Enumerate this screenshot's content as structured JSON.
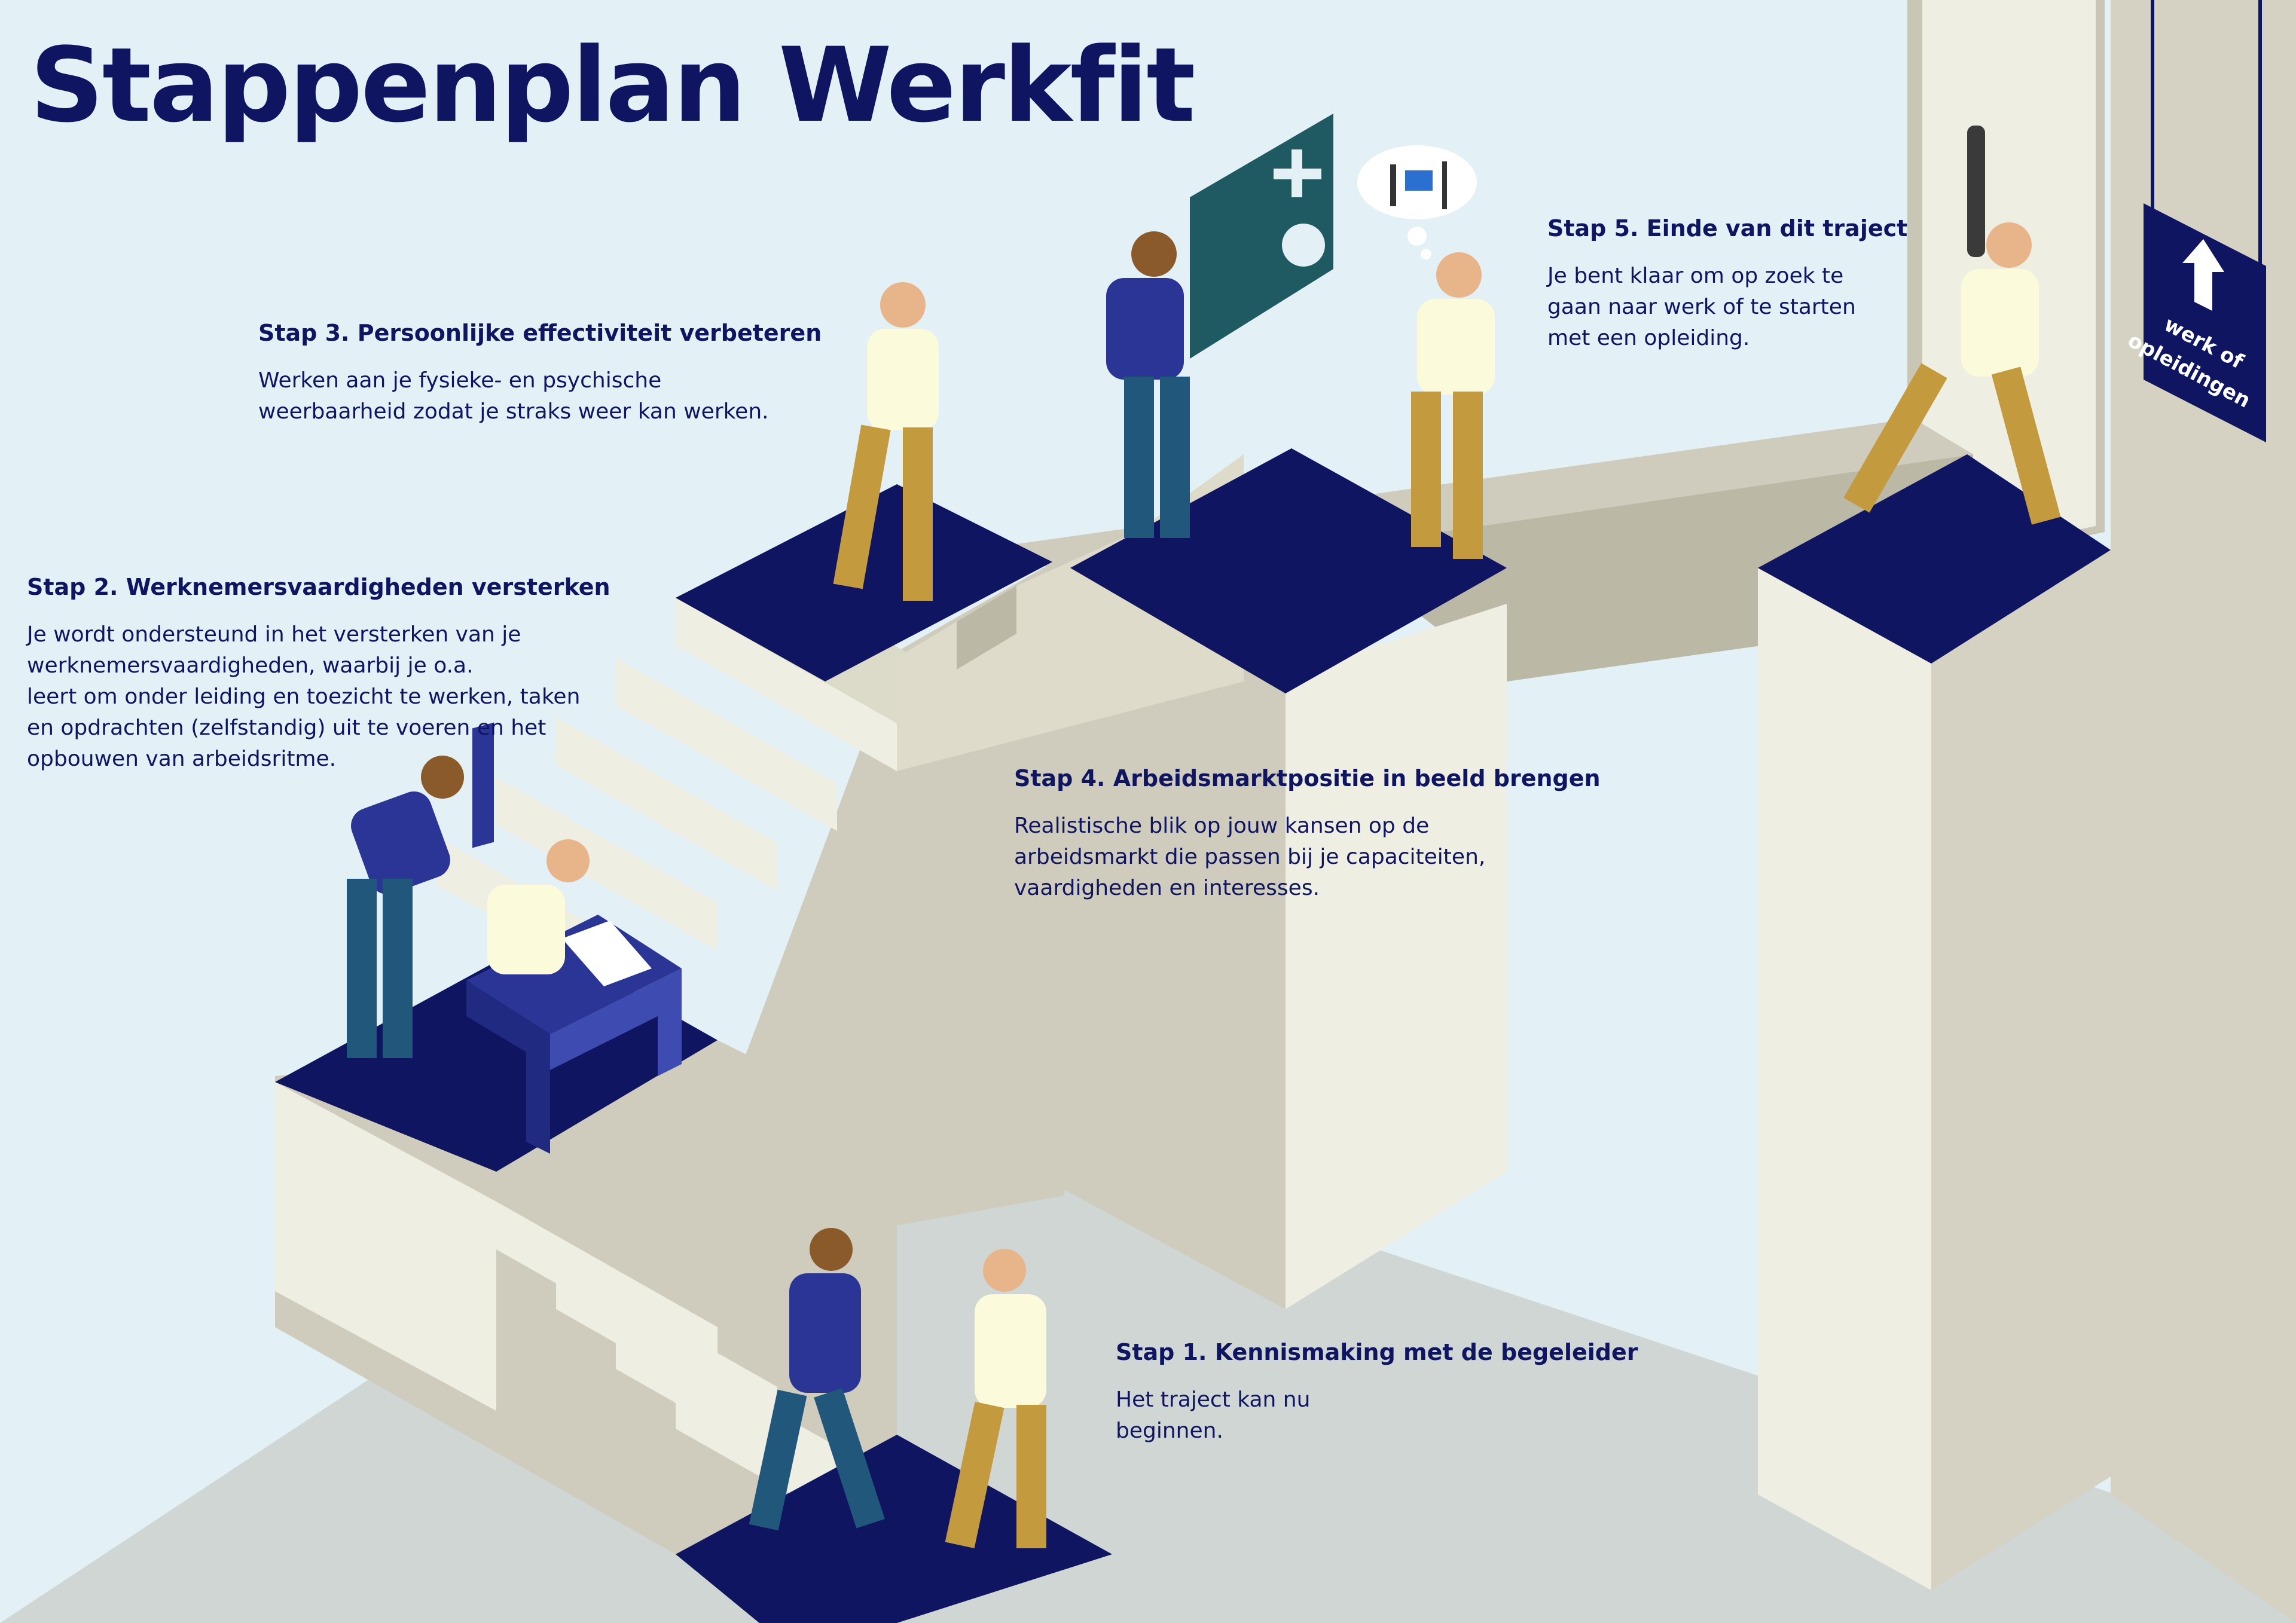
{
  "title": "Stappenplan Werkfit",
  "colors": {
    "background": "#e3f0f6",
    "navy": "#0f1560",
    "stair_light": "#efeee2",
    "stair_mid": "#cfccbd",
    "stair_dark": "#bcb8a6",
    "floor": "#cfd6d4",
    "shirt": "#fbfbdc",
    "pants_tan": "#c49a3e",
    "jacket_blue": "#2b3596",
    "jeans": "#21577a",
    "board_teal": "#1f5a63"
  },
  "steps": [
    {
      "id": "stap1",
      "title": "Stap 1. Kennismaking met de begeleider",
      "body": "Het traject kan nu\nbeginnen."
    },
    {
      "id": "stap2",
      "title": "Stap 2. Werknemersvaardigheden versterken",
      "body": "Je wordt ondersteund in het versterken van je\nwerknemersvaardigheden, waarbij je o.a.\nleert om onder leiding en toezicht te werken, taken\nen opdrachten (zelfstandig) uit te voeren en het\nopbouwen van arbeidsritme."
    },
    {
      "id": "stap3",
      "title": "Stap 3. Persoonlijke effectiviteit verbeteren",
      "body": "Werken aan je fysieke- en psychische\nweerbaarheid zodat je straks weer kan werken."
    },
    {
      "id": "stap4",
      "title": "Stap 4. Arbeidsmarktpositie in beeld brengen",
      "body": "Realistische blik op jouw kansen op de\narbeidsmarkt die passen bij je capaciteiten,\nvaardigheden en interesses."
    },
    {
      "id": "stap5",
      "title": "Stap 5. Einde van dit traject",
      "body": "Je bent klaar om op zoek te\ngaan naar werk of te starten\nmet een opleiding."
    }
  ],
  "sign": {
    "text": "werk of\nopleidingen",
    "icon": "arrow-up-icon"
  },
  "icons": [
    "wrench-icon",
    "computer-icon",
    "syringe-icon",
    "thought-bubble-icon",
    "presentation-board-icon"
  ]
}
